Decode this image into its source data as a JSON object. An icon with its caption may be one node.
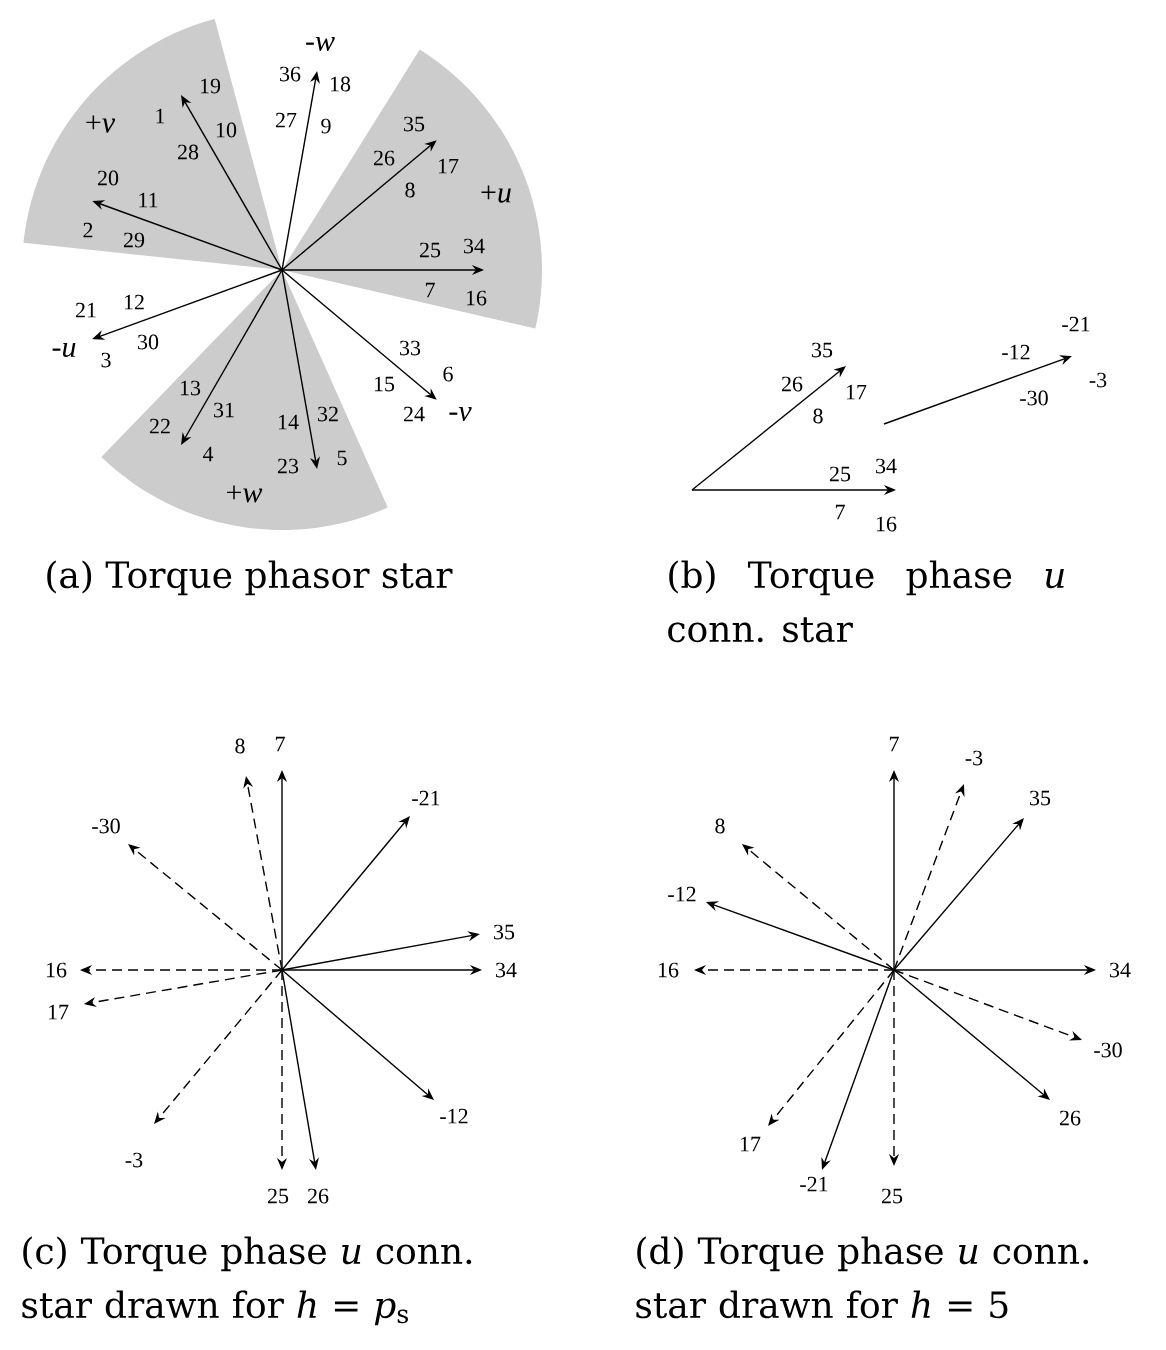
{
  "diagram": {
    "labels": [
      "-*w*",
      "36",
      "18",
      "19",
      "1",
      "+*v*",
      "35",
      "27",
      "9",
      "10",
      "28",
      "26",
      "17",
      "20",
      "8",
      "+*u*",
      "11",
      "2",
      "29",
      "34",
      "25",
      "7",
      "16",
      "12",
      "21",
      "30",
      "-*u*",
      "33",
      "3",
      "6",
      "15",
      "13",
      "31",
      "32",
      "24",
      "-*v*",
      "14",
      "22",
      "4",
      "5",
      "23",
      "+*w*",
      "35",
      "-21",
      "-12",
      "26",
      "17",
      "-3",
      "-30",
      "8",
      "34",
      "25",
      "7",
      "16",
      "(a) Torque phasor star",
      "(b) Torque phase *u* conn. star",
      "7",
      "8",
      "-21",
      "-30",
      "35",
      "34",
      "16",
      "17",
      "-12",
      "-3",
      "25",
      "26",
      "7",
      "-3",
      "35",
      "8",
      "-12",
      "16",
      "34",
      "-30",
      "26",
      "17",
      "-21",
      "25",
      "(c) Torque phase *u* conn. star drawn for *h* = *p*$_{s}$",
      "(d) Torque phase *u* conn. star drawn for *h* = 5"
    ]
  }
}
